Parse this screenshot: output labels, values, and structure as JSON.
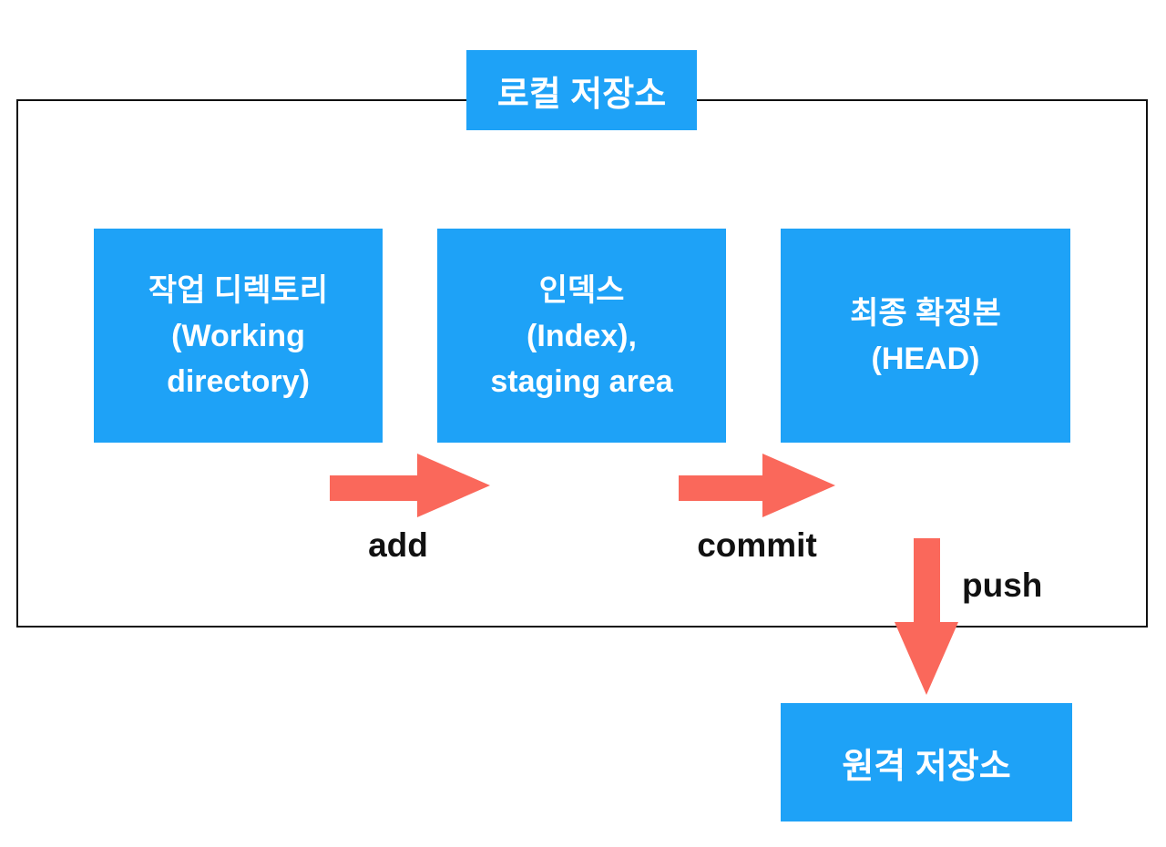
{
  "local_repo": {
    "label": "로컬 저장소"
  },
  "remote_repo": {
    "label": "원격 저장소"
  },
  "boxes": [
    {
      "id": "working-directory",
      "lines": [
        "작업 디렉토리",
        "(Working",
        "directory)"
      ]
    },
    {
      "id": "index-staging-area",
      "lines": [
        "인덱스",
        "(Index),",
        "staging area"
      ]
    },
    {
      "id": "head",
      "lines": [
        "최종 확정본",
        "(HEAD)"
      ]
    }
  ],
  "arrows": [
    {
      "label": "add",
      "direction": "right",
      "from": "working-directory",
      "to": "index-staging-area"
    },
    {
      "label": "commit",
      "direction": "right",
      "from": "index-staging-area",
      "to": "head"
    },
    {
      "label": "push",
      "direction": "down",
      "from": "local-repo",
      "to": "remote-repo"
    }
  ],
  "colors": {
    "box_blue": "#1EA2F7",
    "arrow_coral": "#FA685B",
    "border_black": "#111111",
    "box_text": "#FFFFFF",
    "label_text": "#111111"
  }
}
